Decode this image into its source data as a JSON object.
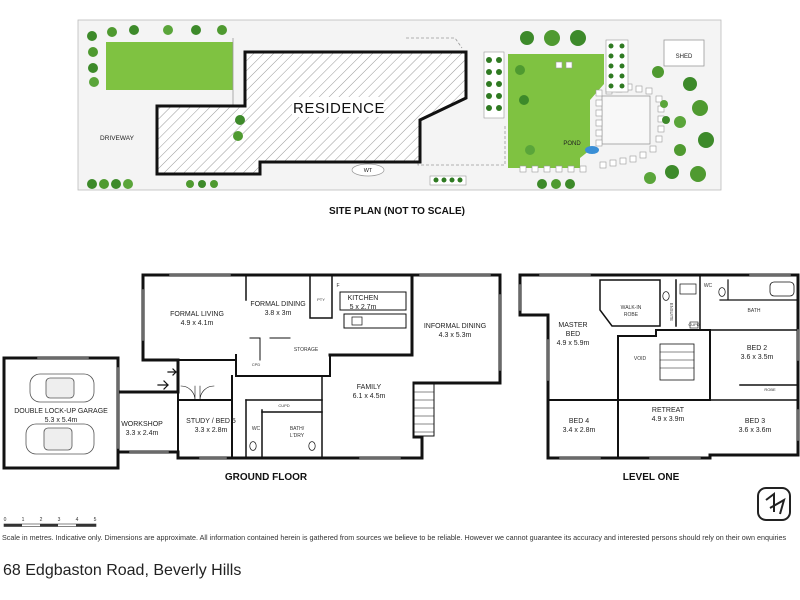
{
  "site_plan": {
    "residence": "RESIDENCE",
    "driveway": "DRIVEWAY",
    "pond": "POND",
    "shed": "SHED",
    "wt": "WT",
    "title": "SITE PLAN (NOT TO SCALE)"
  },
  "ground_floor": {
    "title": "GROUND FLOOR",
    "rooms": [
      {
        "name": "FORMAL LIVING",
        "dims": "4.9 x 4.1m"
      },
      {
        "name": "FORMAL DINING",
        "dims": "3.8 x 3m"
      },
      {
        "name": "KITCHEN",
        "dims": "5 x 2.7m"
      },
      {
        "name": "INFORMAL DINING",
        "dims": "4.3 x 5.3m"
      },
      {
        "name": "FAMILY",
        "dims": "6.1 x 4.5m"
      },
      {
        "name": "STUDY / BED 5",
        "dims": "3.3 x 2.8m"
      },
      {
        "name": "WORKSHOP",
        "dims": "3.3 x 2.4m"
      },
      {
        "name": "DOUBLE LOCK-UP GARAGE",
        "dims": "5.3 x 5.4m"
      }
    ],
    "small": {
      "storage": "STORAGE",
      "pty": "PTY",
      "f": "F",
      "bath_ldry_1": "BATH/",
      "bath_ldry_2": "L'DRY",
      "wc": "WC",
      "cupd": "CUPD",
      "cpd": "CPD"
    }
  },
  "level_one": {
    "title": "LEVEL ONE",
    "rooms": [
      {
        "name": "MASTER",
        "name2": "BED",
        "dims": "4.9 x 5.9m"
      },
      {
        "name": "BED 2",
        "dims": "3.6 x 3.5m"
      },
      {
        "name": "BED 3",
        "dims": "3.6 x 3.6m"
      },
      {
        "name": "BED 4",
        "dims": "3.4 x 2.8m"
      },
      {
        "name": "RETREAT",
        "dims": "4.9 x 3.9m"
      }
    ],
    "small": {
      "walk_in_1": "WALK-IN",
      "walk_in_2": "ROBE",
      "ensuite": "ENSUITE",
      "void": "VOID",
      "wc": "WC",
      "bath": "BATH",
      "cupd": "CUPD",
      "robe": "ROBE"
    }
  },
  "scale": {
    "ticks": [
      "0",
      "1",
      "2",
      "3",
      "4",
      "5"
    ]
  },
  "disclaimer": "Scale in metres. Indicative only. Dimensions are approximate. All information contained herein is gathered from sources we believe to be reliable. However we cannot guarantee its accuracy and interested persons should rely on their own enquiries",
  "address": "68 Edgbaston Road, Beverly Hills"
}
